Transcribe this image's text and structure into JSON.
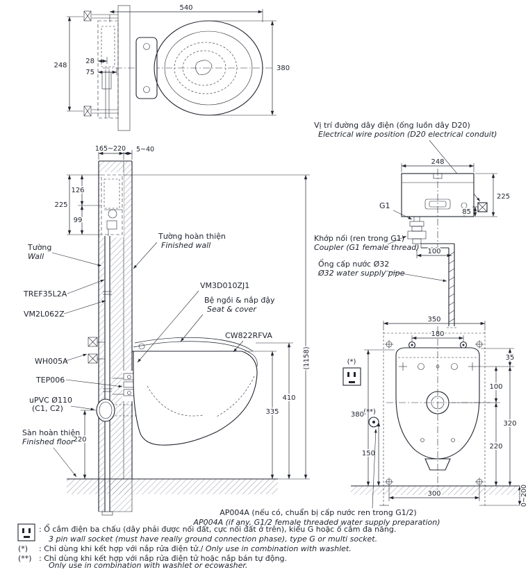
{
  "colors": {
    "ink": "#20242f"
  },
  "dims": {
    "v540": "540",
    "v380": "380",
    "v248": "248",
    "v28": "28",
    "v75": "75",
    "wall_range": "165~220",
    "finish_range": "5~40",
    "v225": "225",
    "v126": "126",
    "v99": "99",
    "v335": "335",
    "v410": "410",
    "v1158": "(1158)",
    "v220": "220",
    "t248": "248",
    "t225": "225",
    "t85": "85",
    "t100": "100",
    "v350": "350",
    "v180": "180",
    "b35": "35",
    "b100": "100",
    "b320": "320",
    "b220": "220",
    "b380": "380",
    "b150": "150",
    "b300": "300",
    "b0200": "0~200"
  },
  "labels": {
    "wall_vn": "Tường",
    "wall_en": "Wall",
    "fw_vn": "Tường hoàn thiện",
    "fw_en": "Finished wall",
    "tref": "TREF35L2A",
    "vm2": "VM2L062Z",
    "wh": "WH005A",
    "tep": "TEP006",
    "upvc": "uPVC Ø110",
    "upvc2": "(C1, C2)",
    "floor_vn": "Sàn hoàn thiện",
    "floor_en": "Finished floor",
    "vm3": "VM3D010ZJ1",
    "seat_vn": "Bệ ngồi & nắp đậy",
    "seat_en": "Seat & cover",
    "cw": "CW822RFVA",
    "wire_vn": "Vị trí đường dây điện (ống luồn dây D20)",
    "wire_en": "Electrical wire position (D20 electrical conduit)",
    "g1": "G1",
    "coupler_vn": "Khớp nối (ren trong G1)",
    "coupler_en": "Coupler (G1 female thread)",
    "supply_vn": "Ống cấp nước Ø32",
    "supply_en": "Ø32 water supply pipe",
    "star": "(*)",
    "dstar": "(**)",
    "ap_vn": "AP004A (nếu có, chuẩn bị cấp nước ren trong G1/2)",
    "ap_en": "AP004A (if any, G1/2 female threaded water supply preparation)"
  },
  "footnotes": {
    "socket_vn": ": Ổ cắm điện ba chấu (dây phải được nối đất, cực nối đất ở trên), kiểu G hoặc ổ cắm đa năng.",
    "socket_en": "3 pin wall socket (must have really ground connection phase), type G or multi socket.",
    "star_sym": "(*)",
    "star_vn": ": Chỉ dùng khi kết hợp với nắp rửa điện tử./ ",
    "star_en": "Only use in combination with washlet.",
    "dstar_sym": "(**)",
    "dstar_vn": ": Chỉ dùng khi kết hợp với nắp rửa điện tử hoặc nắp bán tự động.",
    "dstar_en": "Only use in combination with washlet or ecowasher."
  }
}
